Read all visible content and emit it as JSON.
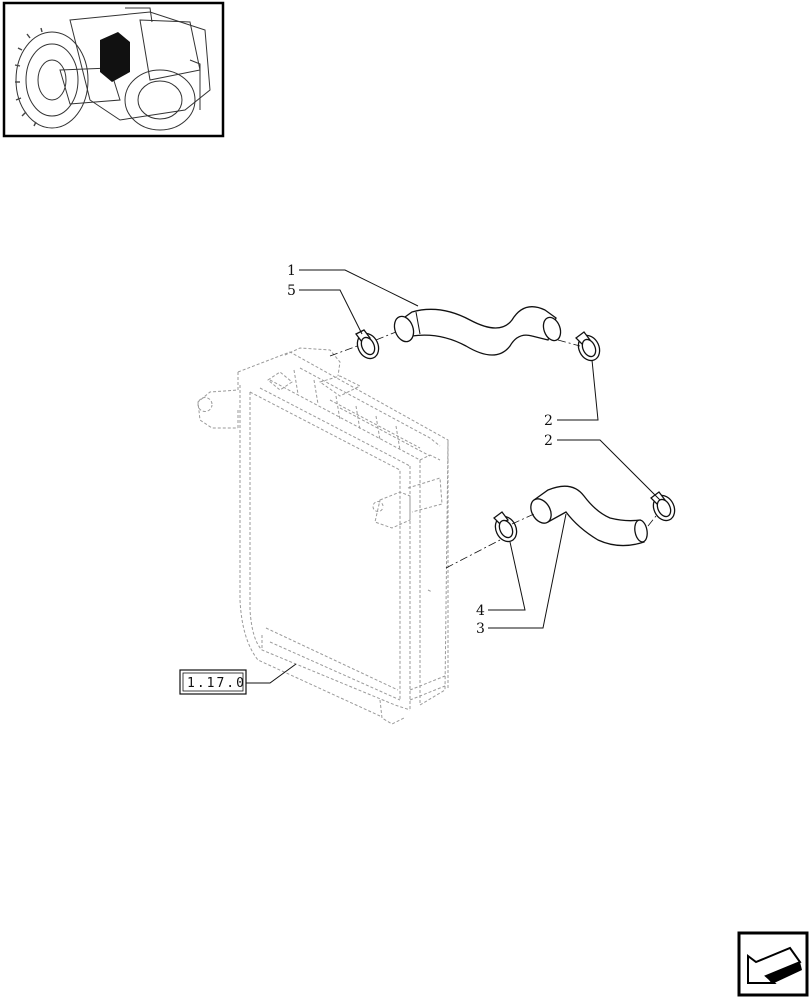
{
  "callouts": [
    {
      "id": "c1",
      "text": "1"
    },
    {
      "id": "c5",
      "text": "5"
    },
    {
      "id": "c2a",
      "text": "2"
    },
    {
      "id": "c2b",
      "text": "2"
    },
    {
      "id": "c4",
      "text": "4"
    },
    {
      "id": "c3",
      "text": "3"
    }
  ],
  "reference_box": {
    "text": "1.17.0"
  },
  "icons": {
    "thumbnail": "tractor-location-thumbnail-icon",
    "nav": "next-page-arrow-icon"
  }
}
